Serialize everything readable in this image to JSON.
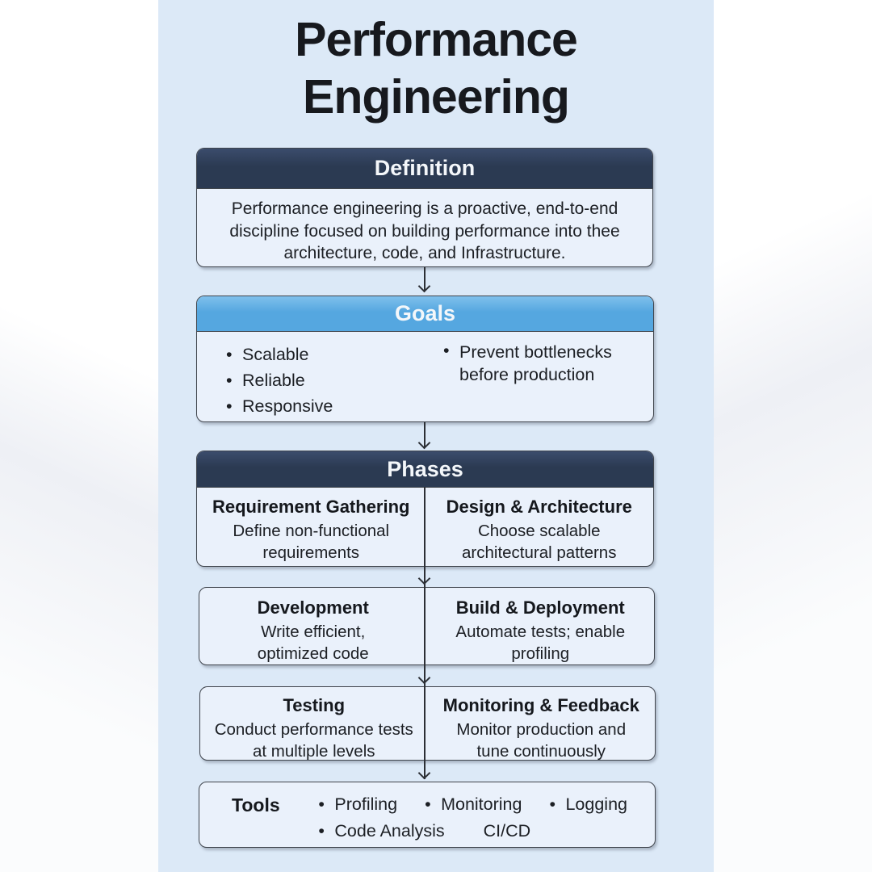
{
  "title": {
    "line1": "Performance",
    "line2": "Engineering"
  },
  "definition": {
    "header": "Definition",
    "lines": [
      "Performance engineering is a proactive, end-to-end",
      "discipline focused on building performance into thee",
      "architecture, code, and Infrastructure."
    ]
  },
  "goals": {
    "header": "Goals",
    "left_items": [
      "Scalable",
      "Reliable",
      "Responsive"
    ],
    "right_item": {
      "line1": "Prevent bottlenecks",
      "line2": "before production"
    }
  },
  "phases": {
    "header": "Phases",
    "cells": {
      "requirement": {
        "title": "Requirement Gathering",
        "line1": "Define non-functional",
        "line2": "requirements"
      },
      "design": {
        "title": "Design & Architecture",
        "line1": "Choose scalable",
        "line2": "architectural patterns"
      },
      "development": {
        "title": "Development",
        "line1": "Write efficient,",
        "line2": "optimized code"
      },
      "build": {
        "title": "Build & Deployment",
        "line1": "Automate tests; enable",
        "line2": "profiling"
      },
      "testing": {
        "title": "Testing",
        "line1": "Conduct performance tests",
        "line2": "at multiple levels"
      },
      "monitoring": {
        "title": "Monitoring & Feedback",
        "line1": "Monitor production and",
        "line2": "tune continuously"
      }
    }
  },
  "tools": {
    "label": "Tools",
    "row1": [
      "Profiling",
      "Monitoring",
      "Logging"
    ],
    "row2_bullet": "Code Analysis",
    "row2_plain": "CI/CD"
  },
  "colors": {
    "navy_header": "#2b3a52",
    "blue_header": "#55a7e0",
    "panel_bg": "#dce9f7",
    "box_bg": "#eaf1fb",
    "outline": "#40454d",
    "text": "#1c1f24"
  }
}
